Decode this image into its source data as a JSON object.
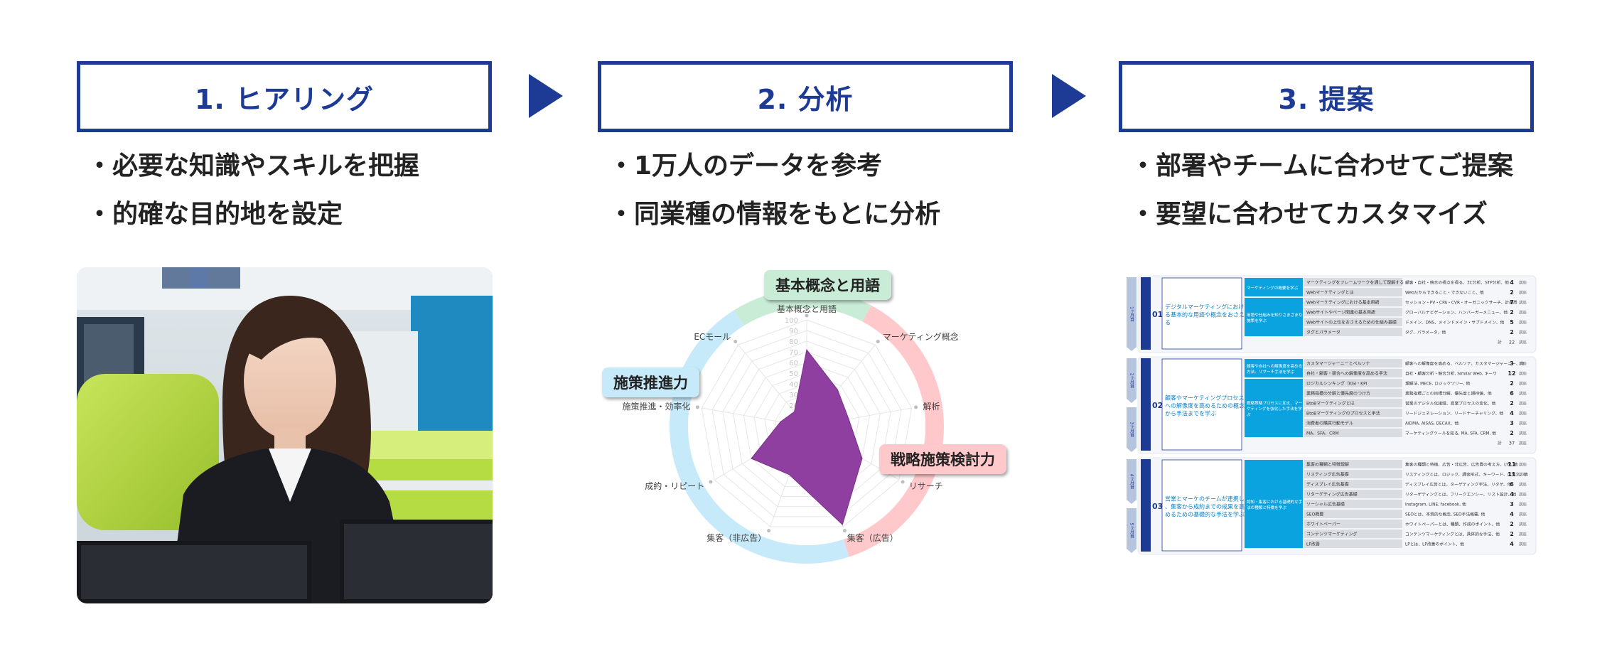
{
  "steps": [
    {
      "title": "1. ヒアリング",
      "bullets": [
        "・必要な知識やスキルを把握",
        "・的確な目的地を設定"
      ]
    },
    {
      "title": "2. 分析",
      "bullets": [
        "・1万人のデータを参考",
        "・同業種の情報をもとに分析"
      ]
    },
    {
      "title": "3. 提案",
      "bullets": [
        "・部署やチームに合わせてご提案",
        "・要望に合わせてカスタマイズ"
      ]
    }
  ],
  "chart_data": {
    "type": "radar",
    "axes": [
      "基本概念と用語",
      "マーケティング概念",
      "解析",
      "リサーチ",
      "集客（広告）",
      "集客（非広告）",
      "成約・リピート",
      "施策推進・効率化",
      "ECモール"
    ],
    "values": [
      72,
      45,
      40,
      60,
      98,
      48,
      60,
      25,
      18
    ],
    "rlim": [
      0,
      100
    ],
    "ticks": [
      100,
      90,
      80,
      70,
      60,
      50,
      40,
      30,
      20,
      10
    ],
    "series_color": "#8e3fa0",
    "groups": [
      {
        "label": "基本概念と用語",
        "color": "#c9ecd6"
      },
      {
        "label": "戦略施策検討力",
        "color": "#ffc9cc"
      },
      {
        "label": "施策推進力",
        "color": "#c7eafb"
      }
    ]
  },
  "curriculum": {
    "sections": [
      {
        "num": "01",
        "months": [
          "1ヶ月目"
        ],
        "title": "デジタルマーケティングにおける基本的な用語や概念をおさえる",
        "subs": [
          {
            "label": "マーケティングの概要を学ぶ",
            "rows": [
              {
                "name": "マーケティングをフレームワークを通して理解する",
                "detail": "顧客・自社・競合の視点を得る、3C分析、STP分析、他",
                "count": "4"
              },
              {
                "name": "Webマーケティングとは",
                "detail": "Webだからできること・できないこと、他",
                "count": "2"
              }
            ]
          },
          {
            "label": "用語や仕組みを知りさまざまな施策を学ぶ",
            "rows": [
              {
                "name": "Webマーケティングにおける基本用語",
                "detail": "セッション・PV・CPA・CVR・オーガニックサーチ、計画周期、他",
                "count": "7"
              },
              {
                "name": "Webサイトやページ関連の基本用語",
                "detail": "グローバルナビゲーション、ハンバーガーメニュー、他",
                "count": "2"
              },
              {
                "name": "Webサイトの上位をおさえるための仕組み基礎",
                "detail": "ドメイン、DNS、メインドメイン・サブドメイン、他",
                "count": "5"
              },
              {
                "name": "タグとパラメータ",
                "detail": "タグ、パラメータ、他",
                "count": "2"
              }
            ]
          }
        ],
        "total": "22"
      },
      {
        "num": "02",
        "months": [
          "2ヶ月目",
          "3ヶ月目"
        ],
        "title": "顧客やマーケティングプロセスへの解像度を高めるための概念から手法までを学ぶ",
        "subs": [
          {
            "label": "顧客や自社への解像度を高める方法、リサーチ手法を学ぶ",
            "rows": [
              {
                "name": "カスタマージャーニーとペルソナ",
                "detail": "顧客への解像度を高める、ペルソナ、カスタマージャーニー、他",
                "count": "3"
              },
              {
                "name": "自社・顧客・競合への解像度を高める手法",
                "detail": "自社・顧客分析・競合分析, Similar Web, キーワードプランナー, 他",
                "count": "12"
              }
            ]
          },
          {
            "label": "戦略策略プロセスに加え、マーケティングを強化した手法を学ぶ",
            "rows": [
              {
                "name": "ロジカルシンキング（KGI・KPI",
                "detail": "理解法, MECE, ロジックツリー, 他",
                "count": "2"
              },
              {
                "name": "業務指標の分解と優先度のつけ方",
                "detail": "業務指標ごとの目標分解、優先度と期待値、他",
                "count": "6"
              },
              {
                "name": "BtoBマーケティングとは",
                "detail": "営業のデジタル化諸環、営業プロセスの変化、他",
                "count": "2"
              },
              {
                "name": "BtoBマーケティングのプロセスと手法",
                "detail": "リードジェネレーション、リードナーチャリング、他",
                "count": "4"
              },
              {
                "name": "消費者の購買行動モデル",
                "detail": "AIDMA, AISAS, DECAX、他",
                "count": "3"
              },
              {
                "name": "MA、SFA、CRM",
                "detail": "マーケティングツールを知る, MA, SFA, CRM, 他",
                "count": "2"
              }
            ]
          }
        ],
        "total": "37"
      },
      {
        "num": "03",
        "months": [
          "4ヶ月目",
          "5ヶ月目"
        ],
        "title": "営業とマーケのチームが連携し、集客から成約までの成果を高めるための基礎的な手法を学ぶ",
        "subs": [
          {
            "label": "認知・集客における基礎的な手法の種類と特徴を学ぶ",
            "rows": [
              {
                "name": "集客の種類と特徴理解",
                "detail": "集客の種類と特徴、広告・非広告、広告費の考え方、LTV, 他",
                "count": "11"
              },
              {
                "name": "リスティング広告基礎",
                "detail": "リスティングとは、ロジック、課金形式、キーワード、広告文、他",
                "count": "11"
              },
              {
                "name": "ディスプレイ広告基礎",
                "detail": "ディスプレイ広告とは、ターゲティング手法、リタゲ、他",
                "count": "6"
              },
              {
                "name": "リターゲティング広告基礎",
                "detail": "リターゲティングとは、フリークエンシー、リスト設計、他",
                "count": "4"
              },
              {
                "name": "ソーシャル広告基礎",
                "detail": "Instagram, LINE, facebook, 他",
                "count": "3"
              },
              {
                "name": "SEO概要",
                "detail": "SEOとは、本質的な概念, SEO手法概要, 他",
                "count": "4"
              },
              {
                "name": "ホワイトペーパー",
                "detail": "ホワイトペーパーとは、種類、作成のポイント、他",
                "count": "2"
              },
              {
                "name": "コンテンツマーケティング",
                "detail": "コンテンツマーケティングとは、具体的な手法、他",
                "count": "2"
              },
              {
                "name": "LP改善",
                "detail": "LPとは、LP改善のポイント、他",
                "count": "4"
              }
            ]
          }
        ],
        "total": ""
      }
    ],
    "unit_label": "講座",
    "total_prefix": "計"
  },
  "colors": {
    "primary": "#1d3a94",
    "accent": "#0aa3e0",
    "radar_fill": "#8e3fa0"
  }
}
